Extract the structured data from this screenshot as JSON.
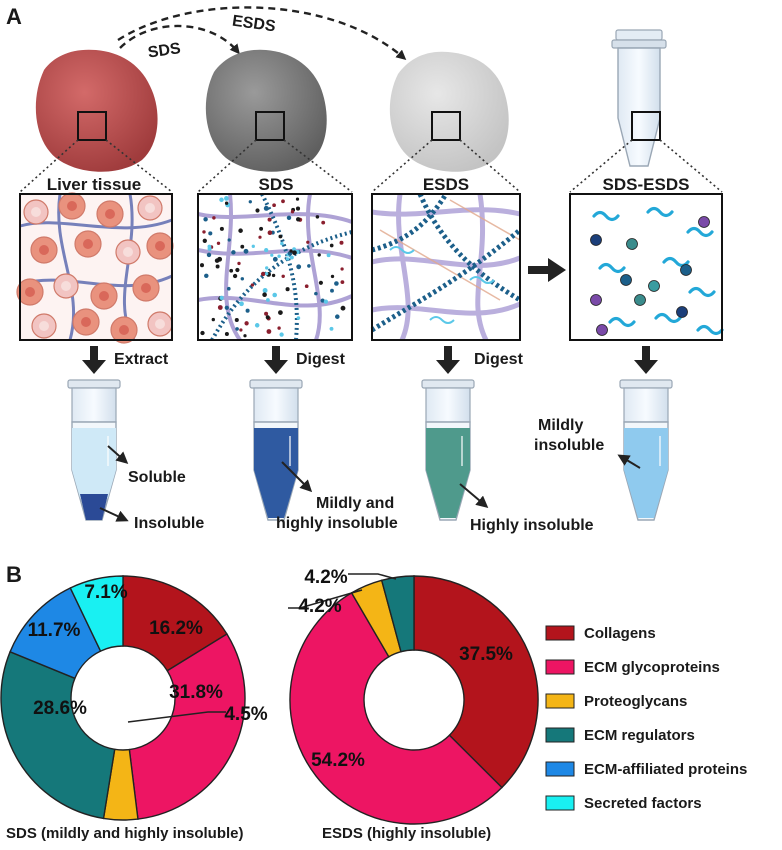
{
  "panel_a": {
    "panel_label": "A",
    "arrow_sds": "SDS",
    "arrow_esds": "ESDS",
    "zoom_liver": "Liver tissue",
    "zoom_sds": "SDS",
    "zoom_esds": "ESDS",
    "zoom_sdsesds": "SDS-ESDS",
    "step_extract": "Extract",
    "step_digest1": "Digest",
    "step_digest2": "Digest",
    "tube1_soluble": "Soluble",
    "tube1_insoluble": "Insoluble",
    "tube2_line1": "Mildly and",
    "tube2_line2": "highly insoluble",
    "tube3_label": "Highly insoluble",
    "tube4_line1": "Mildly",
    "tube4_line2": "insoluble"
  },
  "panel_b": {
    "panel_label": "B",
    "caption_sds": "SDS (mildly and highly insoluble)",
    "caption_esds": "ESDS (highly insoluble)"
  },
  "colors": {
    "Collagens": "#b3141c",
    "ECM glycoproteins": "#ed1563",
    "Proteoglycans": "#f4b516",
    "ECM regulators": "#15787a",
    "ECM-affiliated proteins": "#1e88e5",
    "Secreted factors": "#19f0f2"
  },
  "chart_data": [
    {
      "type": "pie",
      "categories": [
        "Collagens",
        "ECM glycoproteins",
        "Proteoglycans",
        "ECM regulators",
        "ECM-affiliated proteins",
        "Secreted factors"
      ],
      "values": [
        16.2,
        31.8,
        4.5,
        28.6,
        11.7,
        7.1
      ],
      "labels": [
        "16.2%",
        "31.8%",
        "4.5%",
        "28.6%",
        "11.7%",
        "7.1%"
      ],
      "title": "SDS (mildly and highly insoluble)",
      "legend": "right"
    },
    {
      "type": "pie",
      "categories": [
        "Collagens",
        "ECM glycoproteins",
        "Proteoglycans",
        "ECM regulators",
        "ECM-affiliated proteins",
        "Secreted factors"
      ],
      "values": [
        37.5,
        54.2,
        4.2,
        4.2,
        0,
        0
      ],
      "labels": [
        "37.5%",
        "54.2%",
        "4.2%",
        "4.2%",
        "",
        ""
      ],
      "title": "ESDS (highly insoluble)",
      "legend": "right"
    }
  ],
  "legend": {
    "items": [
      "Collagens",
      "ECM glycoproteins",
      "Proteoglycans",
      "ECM regulators",
      "ECM-affiliated proteins",
      "Secreted factors"
    ]
  }
}
